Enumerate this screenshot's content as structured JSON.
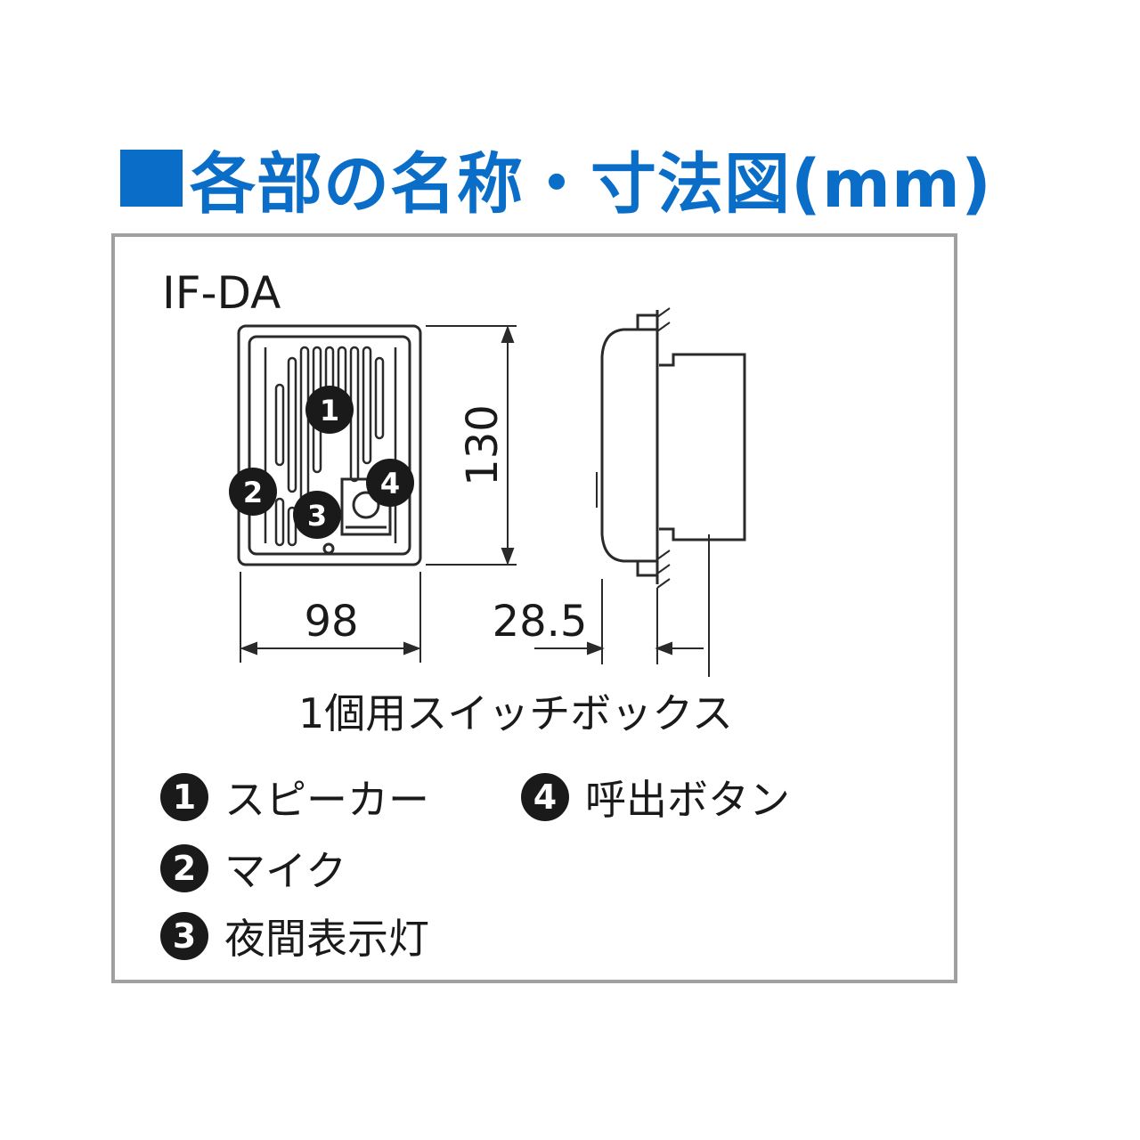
{
  "title": "各部の名称・寸法図(mm)",
  "colors": {
    "accent": "#0a6ec9",
    "ink": "#1a1a1a",
    "frame": "#a0a0a0"
  },
  "model": "IF-DA",
  "dimensions": {
    "height": "130",
    "width": "98",
    "depth": "28.5"
  },
  "caption": "1個用スイッチボックス",
  "parts": [
    {
      "number": "1",
      "label": "スピーカー"
    },
    {
      "number": "2",
      "label": "マイク"
    },
    {
      "number": "3",
      "label": "夜間表示灯"
    },
    {
      "number": "4",
      "label": "呼出ボタン"
    }
  ]
}
